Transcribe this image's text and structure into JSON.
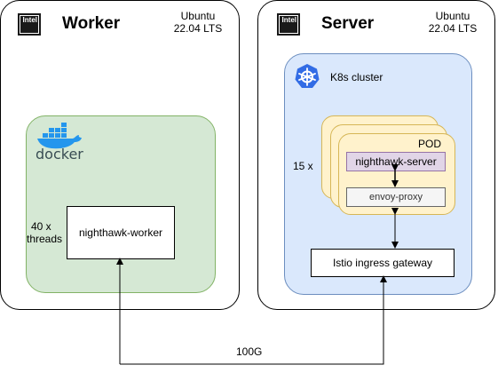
{
  "worker": {
    "title": "Worker",
    "chip_label": "Intel",
    "os_line1": "Ubuntu",
    "os_line2": "22.04 LTS",
    "docker_label": "docker",
    "threads_line1": "40 x",
    "threads_line2": "threads",
    "process_label": "nighthawk-worker"
  },
  "server": {
    "title": "Server",
    "chip_label": "Intel",
    "os_line1": "Ubuntu",
    "os_line2": "22.04 LTS",
    "cluster_label": "K8s cluster",
    "replicas_label": "15 x",
    "pod_label": "POD",
    "server_process_label": "nighthawk-server",
    "proxy_label": "envoy-proxy",
    "gateway_label": "Istio ingress gateway"
  },
  "link_label": "100G",
  "colors": {
    "docker_fill": "#d5e8d4",
    "k8s_fill": "#dae8fc",
    "pod_fill": "#fff2cc",
    "server_process_fill": "#e1d5e7",
    "proxy_fill": "#f5f5f5",
    "docker_brand": "#2496ed",
    "k8s_brand": "#326ce5"
  }
}
